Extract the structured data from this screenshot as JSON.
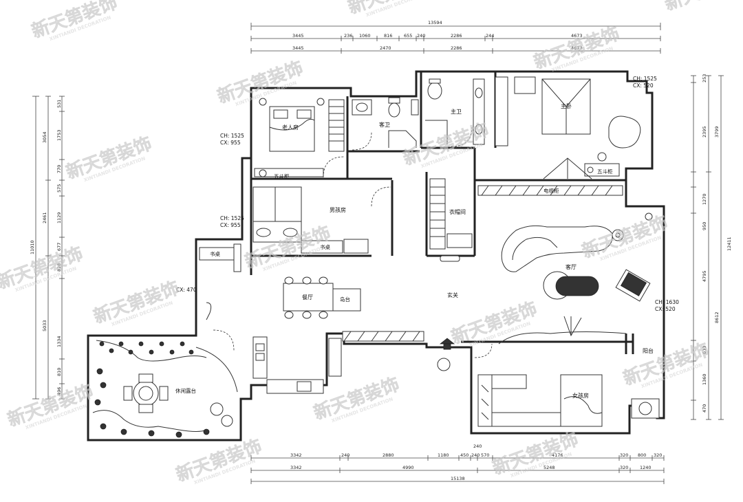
{
  "rooms": {
    "elder_room": "老人房",
    "guest_bath": "客卫",
    "master_bath": "主卫",
    "master_bedroom": "主卧",
    "boys_room": "男孩房",
    "cloakroom": "衣帽间",
    "living_room": "客厅",
    "dining_room": "餐厅",
    "island": "岛台",
    "entrance": "玄关",
    "leisure_terrace": "休闲露台",
    "girls_room": "女孩房",
    "balcony": "阳台",
    "desk_study": "书桌",
    "desk_boys": "书桌",
    "five_drawer_elder": "五斗柜",
    "five_drawer_master": "五斗柜",
    "tv_cabinet": "电视柜"
  },
  "notes": {
    "ch_elder_1": "CH: 1525",
    "cx_elder_1": "CX: 955",
    "ch_boys_1": "CH: 1525",
    "cx_boys_1": "CX: 955",
    "cx_study": "CX: 470",
    "ch_master": "CH: 1525",
    "cx_master": "CX: 520",
    "ch_living": "CH: 1630",
    "cx_living": "CX: 520"
  },
  "dims": {
    "top_total": "13594",
    "top_row1": [
      "3445",
      "236",
      "1060",
      "816",
      "655",
      "240",
      "2286",
      "244",
      "4673"
    ],
    "top_row2": [
      "3445",
      "2470",
      "2286",
      "4673"
    ],
    "bottom_row1": [
      "3342",
      "240",
      "2880",
      "1180",
      "450",
      "240",
      "570",
      "4176",
      "320",
      "800",
      "320"
    ],
    "bottom_mid": "240",
    "bottom_row2": [
      "3342",
      "4990",
      "5248",
      "320",
      "1240"
    ],
    "bottom_total": "15138",
    "left_total": "11010",
    "left_outer": [
      "3054",
      "2461",
      "5033"
    ],
    "left_inner": [
      "531",
      "1753",
      "770",
      "575",
      "1129",
      "677",
      "828",
      "1334",
      "810",
      "496"
    ],
    "right_total": "12411",
    "right_outer": [
      "3799",
      "8612"
    ],
    "right_inner": [
      "253",
      "2395",
      "1270",
      "950",
      "4795",
      "610",
      "1360",
      "470"
    ]
  },
  "watermark": {
    "cn": "新天第装饰",
    "en": "XINTIANDI DECORATION"
  }
}
